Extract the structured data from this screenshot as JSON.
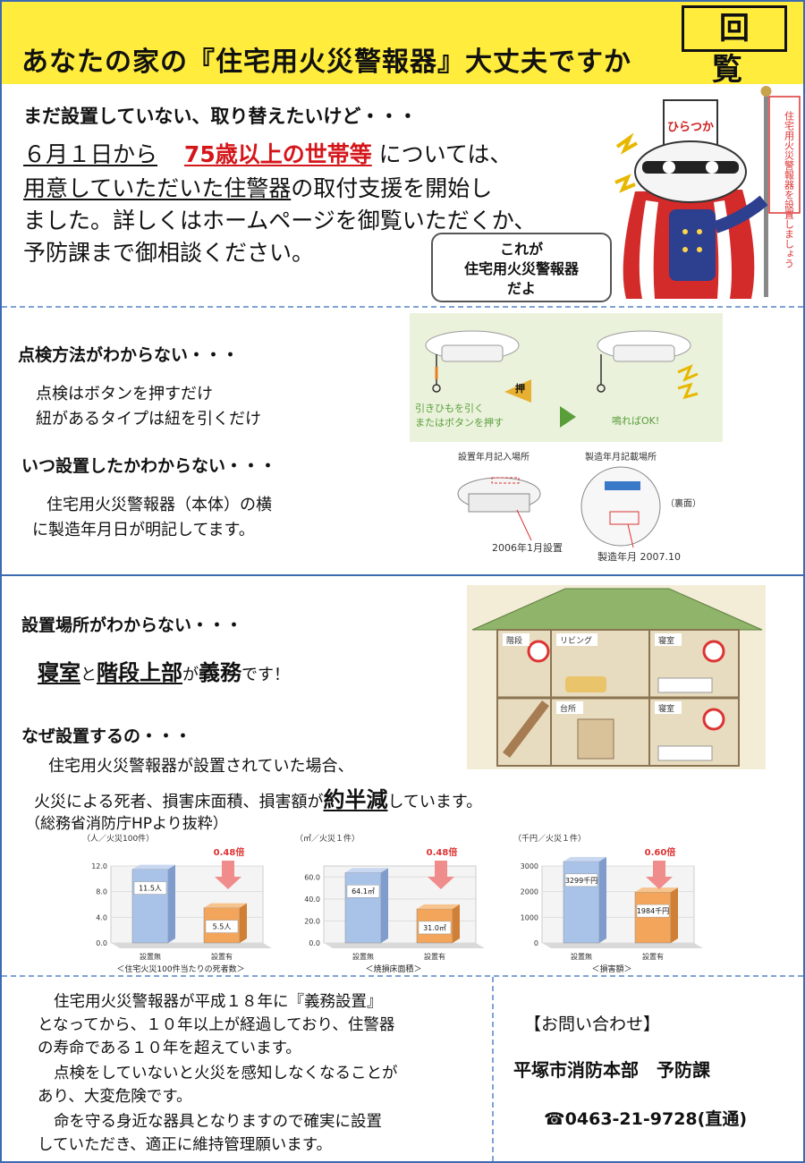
{
  "header": {
    "title": "あなたの家の『住宅用火災警報器』大丈夫ですか",
    "kairan": "回覧"
  },
  "intro": {
    "heading": "まだ設置していない、取り替えたいけど・・・",
    "line1_a": "６月１日から",
    "line1_b": "75歳以上の世帯等",
    "line1_c": "については、",
    "line2_a": "用意していただいた住警器",
    "line2_b": "の取付支援を開始し",
    "line3": "ました。詳しくはホームページを御覧いただくか、",
    "line4": "予防課まで御相談ください。"
  },
  "mascot": {
    "bubble_line1": "これが",
    "bubble_line2": "住宅用火災警報器",
    "bubble_line3": "だよ",
    "banner": "住宅用火災警報器を設置しましょう",
    "hat_text": "ひらつか"
  },
  "check": {
    "heading": "点検方法がわからない・・・",
    "line1": "点検はボタンを押すだけ",
    "line2": "紐があるタイプは紐を引くだけ",
    "fig_caption1_a": "引きひもを引く",
    "fig_caption1_b": "またはボタンを押す",
    "fig_push": "押",
    "fig_caption2": "鳴ればOK!"
  },
  "when": {
    "heading": "いつ設置したかわからない・・・",
    "line1": "住宅用火災警報器（本体）の横",
    "line2": "に製造年月日が明記してます。",
    "fig_label1": "設置年月記入場所",
    "fig_label2": "製造年月記載場所",
    "fig_back": "（裏面）",
    "fig_date1": "2006年1月設置",
    "fig_date2": "製造年月 2007.10"
  },
  "where": {
    "heading": "設置場所がわからない・・・",
    "main_a": "寝室",
    "main_b": "と",
    "main_c": "階段上部",
    "main_d": "が",
    "main_e": "義務",
    "main_f": "です！",
    "rooms": [
      "階段",
      "リビング",
      "寝室",
      "台所",
      "寝室"
    ]
  },
  "why": {
    "heading": "なぜ設置するの・・・",
    "line1": "住宅用火災警報器が設置されていた場合、",
    "line2_a": "火災による死者、損害床面積、損害額が",
    "line2_b": "約半減",
    "line2_c": "しています。",
    "line3": "（総務省消防庁HPより抜粋）"
  },
  "chart_data": [
    {
      "type": "bar",
      "unit_label": "（人／火災100件）",
      "categories": [
        "設置無",
        "設置有"
      ],
      "values": [
        11.5,
        5.5
      ],
      "value_labels": [
        "11.5人",
        "5.5人"
      ],
      "ratio_label": "0.48倍",
      "ylim": [
        0,
        12
      ],
      "yticks": [
        "0.0",
        "4.0",
        "8.0",
        "12.0"
      ],
      "caption": "＜住宅火災100件当たりの死者数＞",
      "colors": [
        "#a9c2e8",
        "#f2a55b"
      ]
    },
    {
      "type": "bar",
      "unit_label": "（㎡／火災１件）",
      "categories": [
        "設置無",
        "設置有"
      ],
      "values": [
        64.1,
        31.0
      ],
      "value_labels": [
        "64.1㎡",
        "31.0㎡"
      ],
      "ratio_label": "0.48倍",
      "ylim": [
        0,
        70
      ],
      "yticks": [
        "0.0",
        "20.0",
        "40.0",
        "60.0"
      ],
      "caption": "＜焼損床面積＞",
      "colors": [
        "#a9c2e8",
        "#f2a55b"
      ]
    },
    {
      "type": "bar",
      "unit_label": "（千円／火災１件）",
      "categories": [
        "設置無",
        "設置有"
      ],
      "values": [
        3299,
        1984
      ],
      "value_labels": [
        "3299千円",
        "1984千円"
      ],
      "ratio_label": "0.60倍",
      "ylim": [
        0,
        3000
      ],
      "yticks": [
        "0",
        "1000",
        "2000",
        "3000"
      ],
      "caption": "＜損害額＞",
      "colors": [
        "#a9c2e8",
        "#f2a55b"
      ]
    }
  ],
  "footer": {
    "p1": "住宅用火災警報器が平成１８年に『義務設置』",
    "p2": "となってから、１０年以上が経過しており、住警器",
    "p3": "の寿命である１０年を超えています。",
    "p4": "点検をしていないと火災を感知しなくなることが",
    "p5": "あり、大変危険です。",
    "p6": "命を守る身近な器具となりますので確実に設置",
    "p7": "していただき、適正に維持管理願います。"
  },
  "contact": {
    "heading": "【お問い合わせ】",
    "org": "平塚市消防本部　予防課",
    "tel": "☎0463-21-9728(直通)"
  }
}
